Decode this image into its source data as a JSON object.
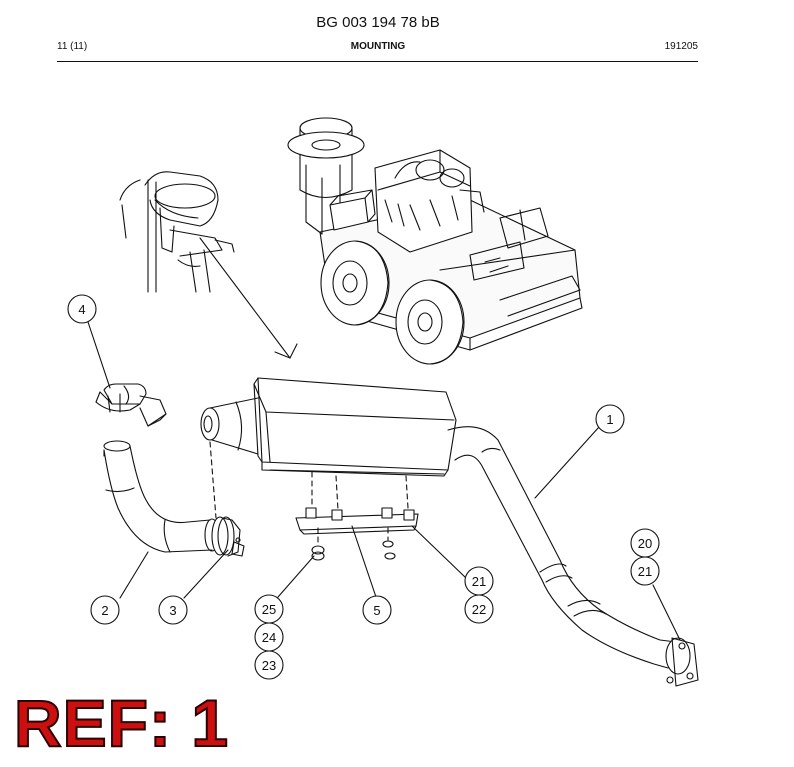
{
  "header": {
    "document_number": "BG 003 194 78 bB",
    "page": "11 (11)",
    "section": "MOUNTING",
    "date_code": "191205"
  },
  "callouts": {
    "c1": "1",
    "c2": "2",
    "c3": "3",
    "c4": "4",
    "c5": "5",
    "c20": "20",
    "c21a": "21",
    "c21b": "21",
    "c22": "22",
    "c23": "23",
    "c24": "24",
    "c25": "25"
  },
  "reference_label": "REF: 1",
  "colors": {
    "reference_label": "#cc1010",
    "line_art": "#111111"
  }
}
